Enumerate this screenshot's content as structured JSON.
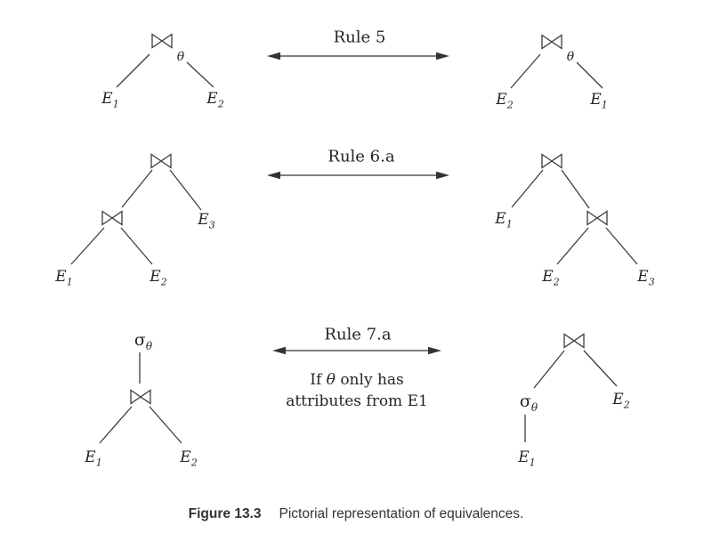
{
  "colors": {
    "background": "#ffffff",
    "ink": "#3d3d3d",
    "text": "#252525"
  },
  "rows": [
    {
      "rule_label": "Rule 5",
      "left": {
        "root": {
          "symbol": "⋈",
          "subscript": "θ"
        },
        "leaves": [
          {
            "base": "E",
            "sub": "1"
          },
          {
            "base": "E",
            "sub": "2"
          }
        ]
      },
      "right": {
        "root": {
          "symbol": "⋈",
          "subscript": "θ"
        },
        "leaves": [
          {
            "base": "E",
            "sub": "2"
          },
          {
            "base": "E",
            "sub": "1"
          }
        ]
      }
    },
    {
      "rule_label": "Rule 6.a",
      "left": {
        "root": {
          "symbol": "⋈"
        },
        "inner_join": {
          "symbol": "⋈",
          "position": "left-child"
        },
        "leaves": [
          {
            "base": "E",
            "sub": "1"
          },
          {
            "base": "E",
            "sub": "2"
          },
          {
            "base": "E",
            "sub": "3"
          }
        ]
      },
      "right": {
        "root": {
          "symbol": "⋈"
        },
        "inner_join": {
          "symbol": "⋈",
          "position": "right-child"
        },
        "leaves": [
          {
            "base": "E",
            "sub": "1"
          },
          {
            "base": "E",
            "sub": "2"
          },
          {
            "base": "E",
            "sub": "3"
          }
        ]
      }
    },
    {
      "rule_label": "Rule 7.a",
      "condition": {
        "line1_prefix": "If ",
        "theta": "θ",
        "line1_suffix": " only has",
        "line2": "attributes from E1"
      },
      "left": {
        "select": {
          "base": "σ",
          "sub": "θ"
        },
        "join": {
          "symbol": "⋈"
        },
        "leaves": [
          {
            "base": "E",
            "sub": "1"
          },
          {
            "base": "E",
            "sub": "2"
          }
        ]
      },
      "right": {
        "root": {
          "symbol": "⋈"
        },
        "select": {
          "base": "σ",
          "sub": "θ"
        },
        "leaves": [
          {
            "base": "E",
            "sub": "1"
          },
          {
            "base": "E",
            "sub": "2"
          }
        ]
      }
    }
  ],
  "caption": {
    "label": "Figure 13.3",
    "text": "Pictorial representation of equivalences."
  }
}
